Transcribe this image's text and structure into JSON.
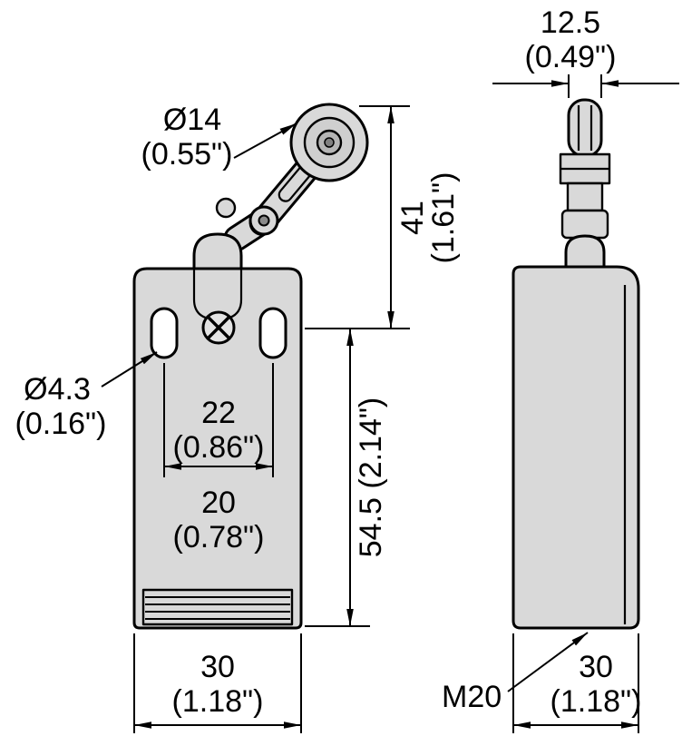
{
  "colors": {
    "body_fill": "#d9d9d9",
    "line": "#000000",
    "background": "#ffffff"
  },
  "front_view": {
    "roller_diameter_mm": "Ø14",
    "roller_diameter_in": "(0.55\")",
    "lever_height_mm": "41",
    "lever_height_in": "(1.61\")",
    "body_height": "54.5 (2.14\")",
    "hole_diameter_mm": "Ø4.3",
    "hole_diameter_in": "(0.16\")",
    "hole_spacing_mm": "22",
    "hole_spacing_in": "(0.86\")",
    "dim_20_mm": "20",
    "dim_20_in": "(0.78\")",
    "width_mm": "30",
    "width_in": "(1.18\")"
  },
  "side_view": {
    "lever_width_mm": "12.5",
    "lever_width_in": "(0.49\")",
    "cable_entry_thread": "M20",
    "depth_mm": "30",
    "depth_in": "(1.18\")"
  }
}
